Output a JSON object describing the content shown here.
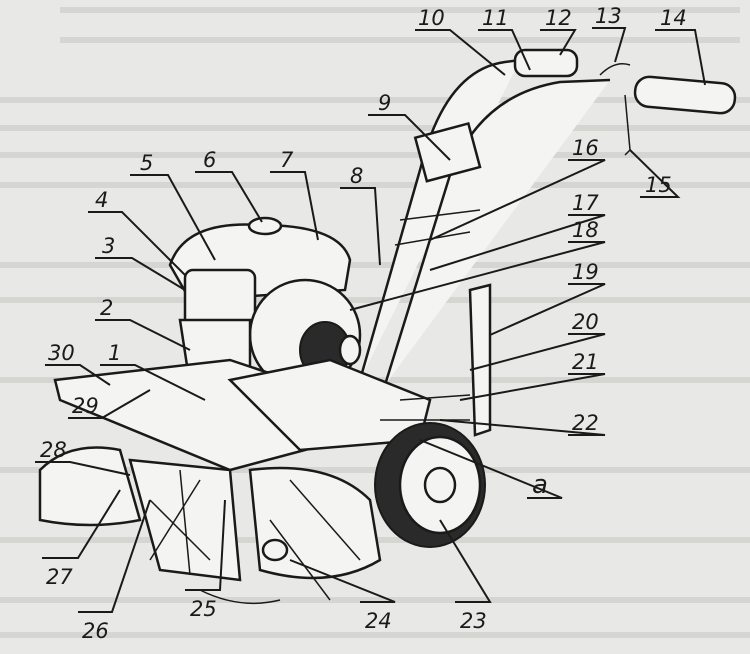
{
  "figure": {
    "title": "Motor cultivator parts diagram",
    "labels": [
      "1",
      "2",
      "3",
      "4",
      "5",
      "6",
      "7",
      "8",
      "9",
      "10",
      "11",
      "12",
      "13",
      "14",
      "15",
      "16",
      "17",
      "18",
      "19",
      "20",
      "21",
      "22",
      "23",
      "24",
      "25",
      "26",
      "27",
      "28",
      "29",
      "30",
      "a"
    ],
    "colors": {
      "ink": "#1a1a1a",
      "paper": "#e8e8e6"
    }
  }
}
